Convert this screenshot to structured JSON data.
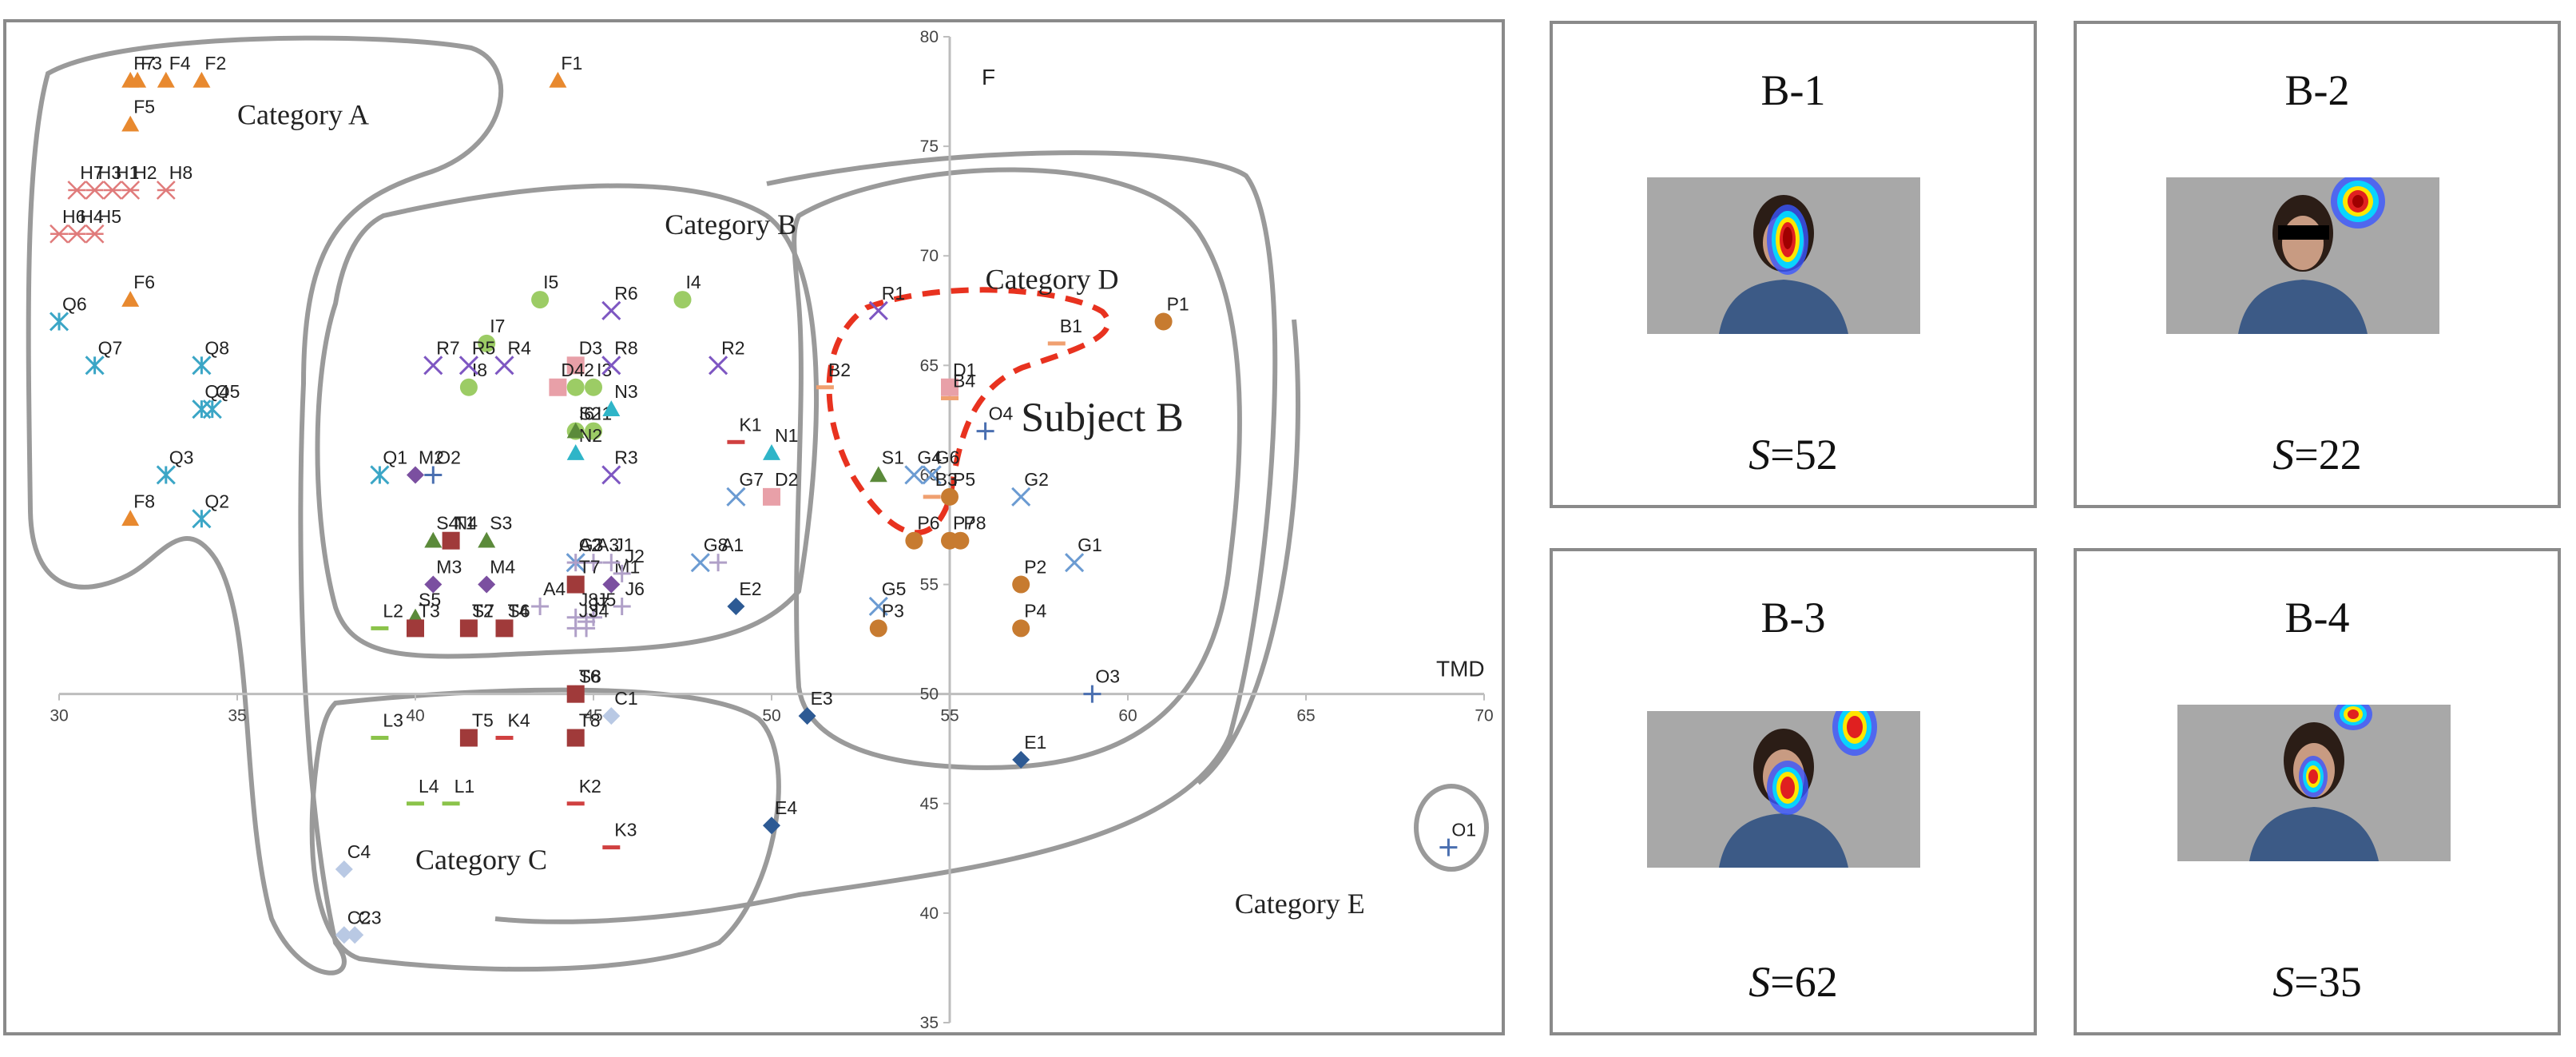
{
  "chart_data": {
    "type": "scatter",
    "xlabel": "TMD",
    "ylabel": "F",
    "xlim": [
      30,
      70
    ],
    "ylim": [
      35,
      80
    ],
    "x_ticks": [
      30,
      35,
      40,
      45,
      50,
      55,
      60,
      65,
      70
    ],
    "y_ticks": [
      35,
      40,
      45,
      50,
      55,
      60,
      65,
      70,
      75,
      80
    ],
    "x_tick_labels": [
      "30",
      "35",
      "40",
      "45",
      "50",
      "55",
      "60",
      "65",
      "70"
    ],
    "y_tick_labels": [
      "35",
      "40",
      "45",
      "50",
      "55",
      "60",
      "65",
      "70",
      "75",
      "80"
    ],
    "grid": false,
    "series": [
      {
        "group": "F",
        "marker": "triangle",
        "color": "#e8892f",
        "points": [
          {
            "label": "F7",
            "x": 32,
            "y": 78
          },
          {
            "label": "F3",
            "x": 32.2,
            "y": 78
          },
          {
            "label": "F4",
            "x": 33,
            "y": 78
          },
          {
            "label": "F2",
            "x": 34,
            "y": 78
          },
          {
            "label": "F1",
            "x": 44,
            "y": 78
          },
          {
            "label": "F5",
            "x": 32,
            "y": 76
          },
          {
            "label": "F6",
            "x": 32,
            "y": 68
          },
          {
            "label": "F8",
            "x": 32,
            "y": 58
          }
        ]
      },
      {
        "group": "H",
        "marker": "asterisk",
        "color": "#e07b7b",
        "points": [
          {
            "label": "H7",
            "x": 30.5,
            "y": 73
          },
          {
            "label": "H3",
            "x": 31,
            "y": 73
          },
          {
            "label": "H1",
            "x": 31.5,
            "y": 73
          },
          {
            "label": "H2",
            "x": 32,
            "y": 73
          },
          {
            "label": "H8",
            "x": 33,
            "y": 73
          },
          {
            "label": "H6",
            "x": 30,
            "y": 71
          },
          {
            "label": "H4",
            "x": 30.5,
            "y": 71
          },
          {
            "label": "H5",
            "x": 31,
            "y": 71
          }
        ]
      },
      {
        "group": "Q",
        "marker": "x-star",
        "color": "#3ba6c6",
        "points": [
          {
            "label": "Q6",
            "x": 30,
            "y": 67
          },
          {
            "label": "Q7",
            "x": 31,
            "y": 65
          },
          {
            "label": "Q8",
            "x": 34,
            "y": 65
          },
          {
            "label": "Q4",
            "x": 34,
            "y": 63
          },
          {
            "label": "Q5",
            "x": 34.3,
            "y": 63
          },
          {
            "label": "Q3",
            "x": 33,
            "y": 60
          },
          {
            "label": "Q2",
            "x": 34,
            "y": 58
          },
          {
            "label": "Q1",
            "x": 39,
            "y": 60
          }
        ]
      },
      {
        "group": "I",
        "marker": "circle",
        "color": "#9ccc65",
        "points": [
          {
            "label": "I5",
            "x": 43.5,
            "y": 68
          },
          {
            "label": "I4",
            "x": 47.5,
            "y": 68
          },
          {
            "label": "I7",
            "x": 42,
            "y": 66
          },
          {
            "label": "I8",
            "x": 41.5,
            "y": 64
          },
          {
            "label": "I2",
            "x": 44.5,
            "y": 64
          },
          {
            "label": "I3",
            "x": 45,
            "y": 64
          },
          {
            "label": "I6",
            "x": 44.5,
            "y": 62
          },
          {
            "label": "I1",
            "x": 45,
            "y": 62
          }
        ]
      },
      {
        "group": "R",
        "marker": "x",
        "color": "#7e57c2",
        "points": [
          {
            "label": "R6",
            "x": 45.5,
            "y": 67.5
          },
          {
            "label": "R7",
            "x": 40.5,
            "y": 65
          },
          {
            "label": "R5",
            "x": 41.5,
            "y": 65
          },
          {
            "label": "R4",
            "x": 42.5,
            "y": 65
          },
          {
            "label": "R8",
            "x": 45.5,
            "y": 65
          },
          {
            "label": "R2",
            "x": 48.5,
            "y": 65
          },
          {
            "label": "R3",
            "x": 45.5,
            "y": 60
          },
          {
            "label": "R1",
            "x": 53,
            "y": 67.5
          }
        ]
      },
      {
        "group": "D",
        "marker": "square",
        "color": "#e8a0a8",
        "points": [
          {
            "label": "D3",
            "x": 44.5,
            "y": 65
          },
          {
            "label": "D4",
            "x": 44,
            "y": 64
          },
          {
            "label": "D1",
            "x": 55,
            "y": 64
          },
          {
            "label": "D2",
            "x": 50,
            "y": 59
          }
        ]
      },
      {
        "group": "N",
        "marker": "triangle",
        "color": "#2fb5c8",
        "points": [
          {
            "label": "N3",
            "x": 45.5,
            "y": 63
          },
          {
            "label": "N1",
            "x": 50,
            "y": 61
          },
          {
            "label": "N2",
            "x": 44.5,
            "y": 61
          },
          {
            "label": "N4",
            "x": 41,
            "y": 57
          }
        ]
      },
      {
        "group": "S",
        "marker": "triangle",
        "color": "#5b8a3a",
        "points": [
          {
            "label": "S2",
            "x": 44.5,
            "y": 62
          },
          {
            "label": "S1",
            "x": 53,
            "y": 60
          },
          {
            "label": "S4",
            "x": 40.5,
            "y": 57
          },
          {
            "label": "S3",
            "x": 42,
            "y": 57
          },
          {
            "label": "S5",
            "x": 40,
            "y": 53.5
          },
          {
            "label": "S7",
            "x": 41.5,
            "y": 53
          },
          {
            "label": "S6",
            "x": 42.5,
            "y": 53
          },
          {
            "label": "S8",
            "x": 44.5,
            "y": 50
          }
        ]
      },
      {
        "group": "M",
        "marker": "diamond",
        "color": "#7b4fa0",
        "points": [
          {
            "label": "M2",
            "x": 40,
            "y": 60
          },
          {
            "label": "M3",
            "x": 40.5,
            "y": 55
          },
          {
            "label": "M4",
            "x": 42,
            "y": 55
          },
          {
            "label": "M1",
            "x": 45.5,
            "y": 55
          }
        ]
      },
      {
        "group": "K",
        "marker": "dash",
        "color": "#d04040",
        "points": [
          {
            "label": "K1",
            "x": 49,
            "y": 61.5
          },
          {
            "label": "K4",
            "x": 42.5,
            "y": 48
          },
          {
            "label": "K2",
            "x": 44.5,
            "y": 45
          },
          {
            "label": "K3",
            "x": 45.5,
            "y": 43
          }
        ]
      },
      {
        "group": "G",
        "marker": "x",
        "color": "#6b9bd2",
        "points": [
          {
            "label": "G7",
            "x": 49,
            "y": 59
          },
          {
            "label": "G6",
            "x": 54.5,
            "y": 60
          },
          {
            "label": "G4",
            "x": 54,
            "y": 60
          },
          {
            "label": "G2",
            "x": 57,
            "y": 59
          },
          {
            "label": "G1",
            "x": 58.5,
            "y": 56
          },
          {
            "label": "G8",
            "x": 48,
            "y": 56
          },
          {
            "label": "G3",
            "x": 44.5,
            "y": 56
          },
          {
            "label": "G5",
            "x": 53,
            "y": 54
          }
        ]
      },
      {
        "group": "B",
        "marker": "dash",
        "color": "#f0a070",
        "points": [
          {
            "label": "B1",
            "x": 58,
            "y": 66
          },
          {
            "label": "B2",
            "x": 51.5,
            "y": 64
          },
          {
            "label": "B4",
            "x": 55,
            "y": 63.5
          },
          {
            "label": "B3",
            "x": 54.5,
            "y": 59
          }
        ]
      },
      {
        "group": "O",
        "marker": "plus",
        "color": "#4a6fb0",
        "points": [
          {
            "label": "O2",
            "x": 40.5,
            "y": 60
          },
          {
            "label": "O4",
            "x": 56,
            "y": 62
          },
          {
            "label": "O3",
            "x": 59,
            "y": 50
          },
          {
            "label": "O1",
            "x": 69,
            "y": 43
          }
        ]
      },
      {
        "group": "P",
        "marker": "circle",
        "color": "#c77b30",
        "points": [
          {
            "label": "P1",
            "x": 61,
            "y": 67
          },
          {
            "label": "P5",
            "x": 55,
            "y": 59
          },
          {
            "label": "P6",
            "x": 54,
            "y": 57
          },
          {
            "label": "P7",
            "x": 55,
            "y": 57
          },
          {
            "label": "P8",
            "x": 55.3,
            "y": 57
          },
          {
            "label": "P2",
            "x": 57,
            "y": 55
          },
          {
            "label": "P4",
            "x": 57,
            "y": 53
          },
          {
            "label": "P3",
            "x": 53,
            "y": 53
          }
        ]
      },
      {
        "group": "A",
        "marker": "plus",
        "color": "#b0a0c8",
        "points": [
          {
            "label": "A2",
            "x": 44.5,
            "y": 56
          },
          {
            "label": "A3",
            "x": 45,
            "y": 56
          },
          {
            "label": "A4",
            "x": 43.5,
            "y": 54
          },
          {
            "label": "A1",
            "x": 48.5,
            "y": 56
          }
        ]
      },
      {
        "group": "J",
        "marker": "plus",
        "color": "#b0a0c8",
        "points": [
          {
            "label": "J1",
            "x": 45.5,
            "y": 56
          },
          {
            "label": "J2",
            "x": 45.8,
            "y": 55.5
          },
          {
            "label": "J6",
            "x": 45.8,
            "y": 54
          },
          {
            "label": "J5",
            "x": 45,
            "y": 53.5
          },
          {
            "label": "J8",
            "x": 44.5,
            "y": 53.5
          },
          {
            "label": "J7",
            "x": 44.8,
            "y": 53.3
          },
          {
            "label": "J3",
            "x": 44.5,
            "y": 53
          },
          {
            "label": "J4",
            "x": 44.8,
            "y": 53
          }
        ]
      },
      {
        "group": "T",
        "marker": "square",
        "color": "#a03a3a",
        "points": [
          {
            "label": "T1",
            "x": 41,
            "y": 57
          },
          {
            "label": "T7",
            "x": 44.5,
            "y": 55
          },
          {
            "label": "T3",
            "x": 40,
            "y": 53
          },
          {
            "label": "T2",
            "x": 41.5,
            "y": 53
          },
          {
            "label": "T4",
            "x": 42.5,
            "y": 53
          },
          {
            "label": "T6",
            "x": 44.5,
            "y": 50
          },
          {
            "label": "T5",
            "x": 41.5,
            "y": 48
          },
          {
            "label": "T8",
            "x": 44.5,
            "y": 48
          }
        ]
      },
      {
        "group": "E",
        "marker": "diamond",
        "color": "#2d5a94",
        "points": [
          {
            "label": "E2",
            "x": 49,
            "y": 54
          },
          {
            "label": "E3",
            "x": 51,
            "y": 49
          },
          {
            "label": "E1",
            "x": 57,
            "y": 47
          },
          {
            "label": "E4",
            "x": 50,
            "y": 44
          }
        ]
      },
      {
        "group": "L",
        "marker": "dash",
        "color": "#8bc34a",
        "points": [
          {
            "label": "L2",
            "x": 39,
            "y": 53
          },
          {
            "label": "L3",
            "x": 39,
            "y": 48
          },
          {
            "label": "L4",
            "x": 40,
            "y": 45
          },
          {
            "label": "L1",
            "x": 41,
            "y": 45
          }
        ]
      },
      {
        "group": "C",
        "marker": "diamond",
        "color": "#b9c9e4",
        "points": [
          {
            "label": "C1",
            "x": 45.5,
            "y": 49
          },
          {
            "label": "C4",
            "x": 38,
            "y": 42
          },
          {
            "label": "C2",
            "x": 38,
            "y": 39
          },
          {
            "label": "C3",
            "x": 38.3,
            "y": 39
          }
        ]
      }
    ],
    "annotations": [
      {
        "text": "Category A",
        "x": 35,
        "y": 76
      },
      {
        "text": "Category B",
        "x": 47,
        "y": 71
      },
      {
        "text": "Category D",
        "x": 56,
        "y": 68.5
      },
      {
        "text": "Category C",
        "x": 40,
        "y": 42
      },
      {
        "text": "Category E",
        "x": 63,
        "y": 40
      },
      {
        "text": "Subject B",
        "x": 57,
        "y": 62,
        "color": "#e8321f"
      }
    ]
  },
  "panels": [
    {
      "title": "B-1",
      "score_var": "S",
      "score_value": "=52"
    },
    {
      "title": "B-2",
      "score_var": "S",
      "score_value": "=22"
    },
    {
      "title": "B-3",
      "score_var": "S",
      "score_value": "=62"
    },
    {
      "title": "B-4",
      "score_var": "S",
      "score_value": "=35"
    }
  ]
}
